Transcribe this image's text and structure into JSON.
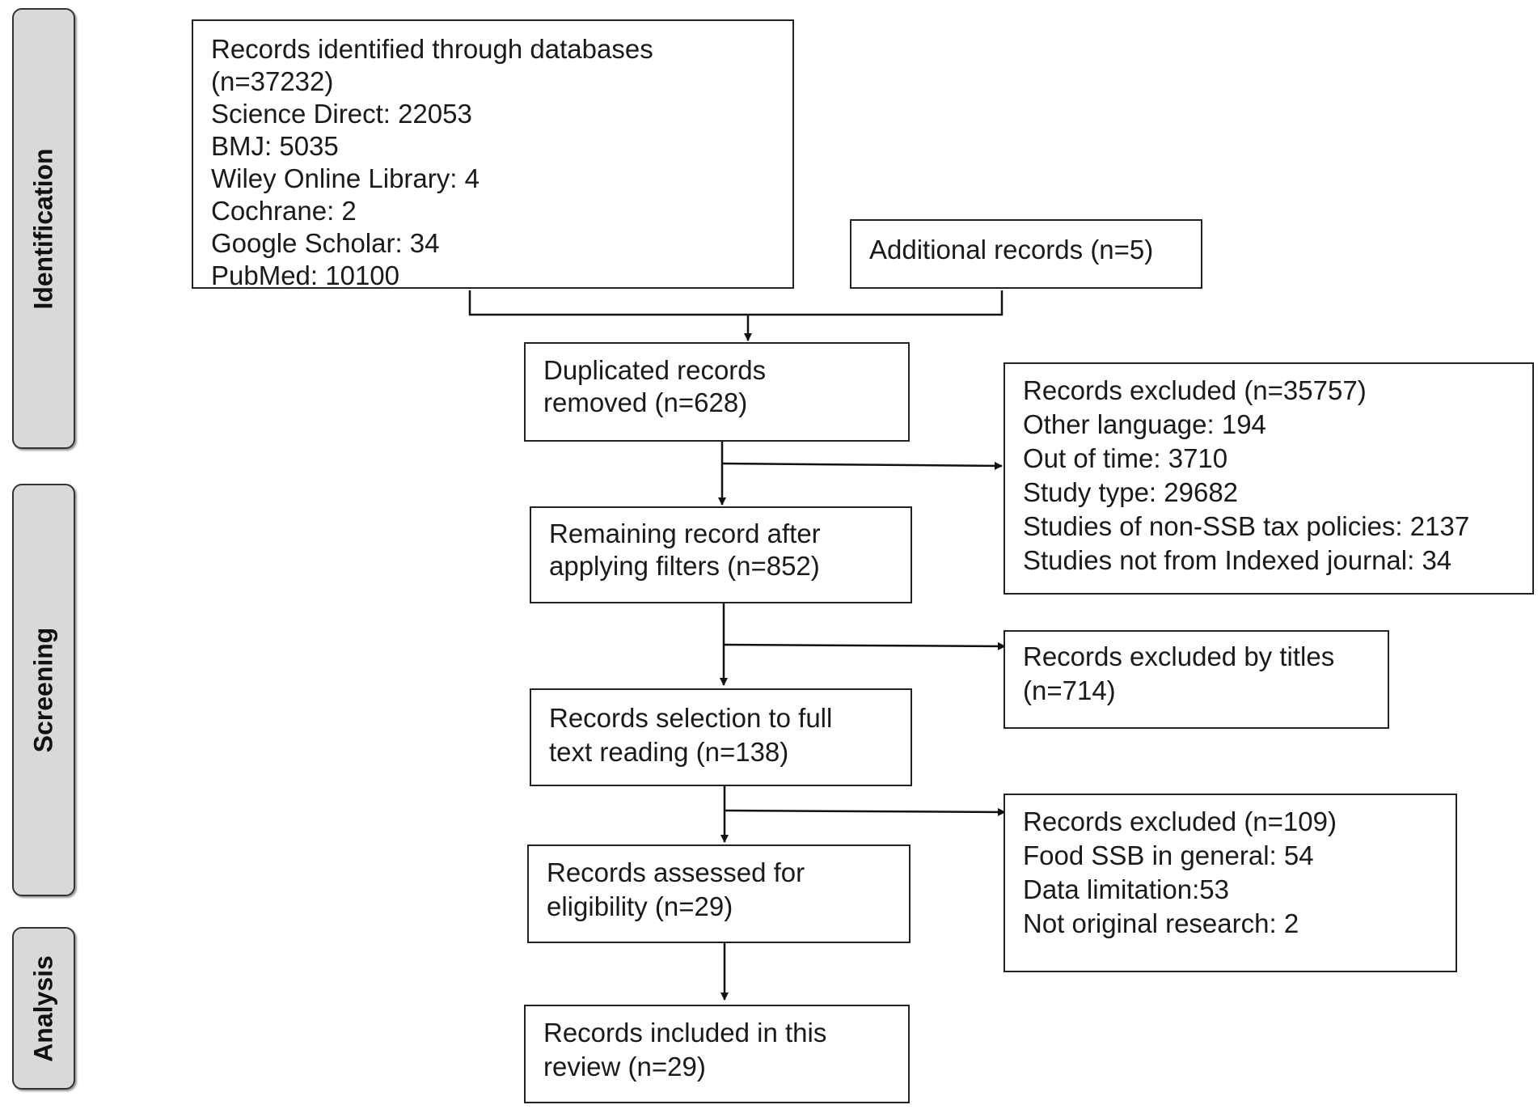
{
  "stages": {
    "identification": "Identification",
    "screening": "Screening",
    "analysis": "Analysis"
  },
  "boxes": {
    "databases": {
      "lines": [
        "Records identified through databases",
        "(n=37232)",
        "Science Direct: 22053",
        "BMJ:  5035",
        "Wiley Online Library: 4",
        "Cochrane: 2",
        "Google Scholar: 34",
        "PubMed:  10100"
      ]
    },
    "additional": {
      "lines": [
        "Additional  records (n=5)"
      ]
    },
    "duplicates": {
      "lines": [
        "Duplicated records",
        "removed (n=628)"
      ]
    },
    "excluded_filters": {
      "lines": [
        "Records excluded (n=35757)",
        "Other language: 194",
        "Out of time: 3710",
        "Study type: 29682",
        "Studies of non-SSB tax policies: 2137",
        "Studies not from Indexed journal: 34"
      ]
    },
    "remaining": {
      "lines": [
        "Remaining record after",
        "applying  filters (n=852)"
      ]
    },
    "excluded_titles": {
      "lines": [
        "Records excluded by titles",
        "(n=714)"
      ]
    },
    "fulltext": {
      "lines": [
        "Records selection to full",
        "text reading (n=138)"
      ]
    },
    "excluded_fulltext": {
      "lines": [
        "Records excluded (n=109)",
        "Food SSB in general:  54",
        "Data limitation:53",
        "Not original research: 2"
      ]
    },
    "eligibility": {
      "lines": [
        "Records assessed for",
        "eligibility  (n=29)"
      ]
    },
    "included": {
      "lines": [
        "Records included in this",
        "review (n=29)"
      ]
    }
  }
}
